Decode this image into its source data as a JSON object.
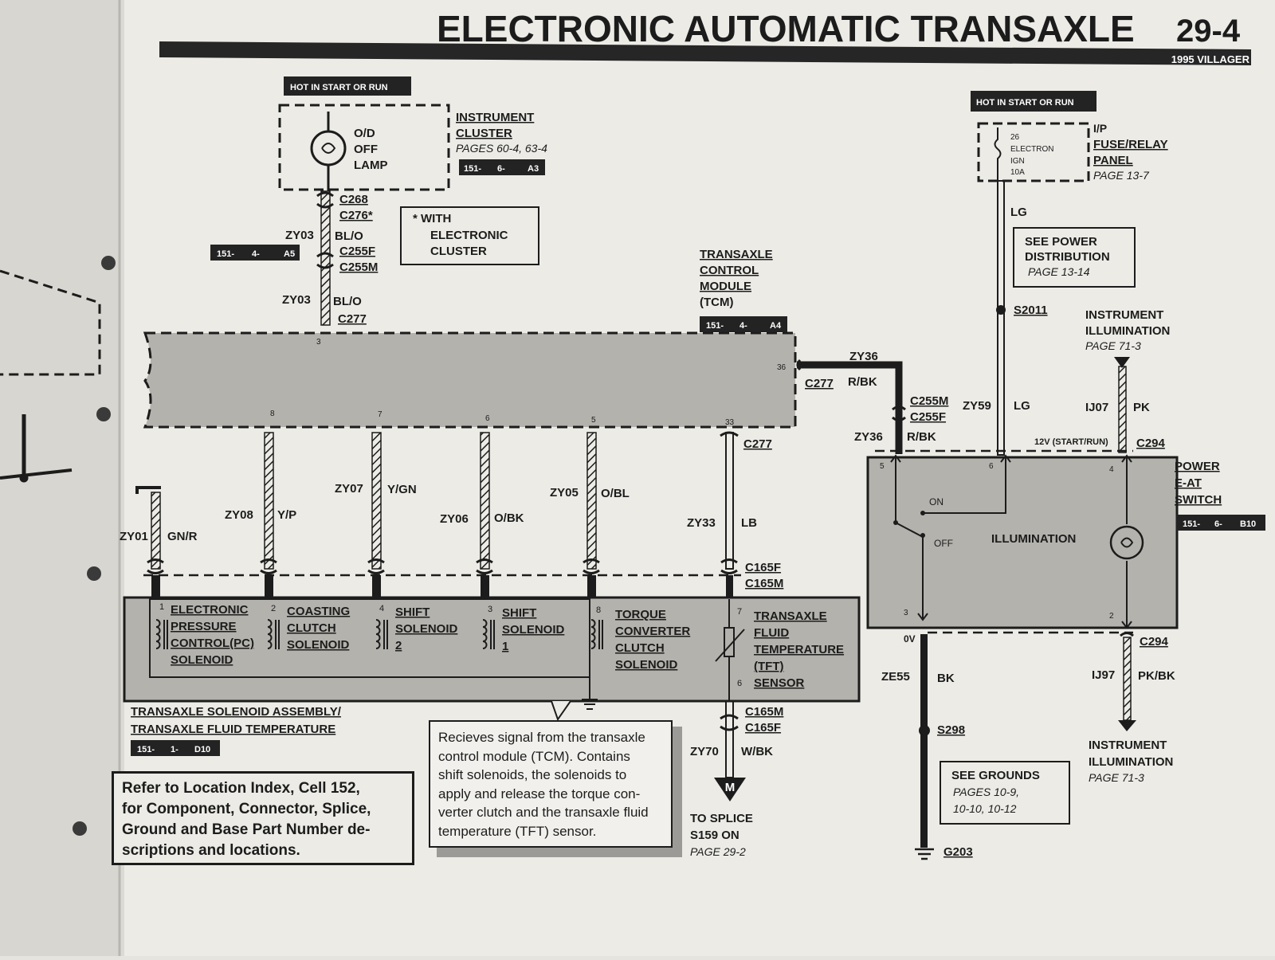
{
  "header": {
    "title": "ELECTRONIC AUTOMATIC TRANSAXLE",
    "page_number": "29-4",
    "model": "1995 VILLAGER"
  },
  "hot_labels": {
    "left": "HOT IN START OR RUN",
    "right": "HOT IN START OR RUN"
  },
  "instrument_cluster": {
    "lamp_lines": [
      "O/D",
      "OFF",
      "LAMP"
    ],
    "title_lines": [
      "INSTRUMENT",
      "CLUSTER"
    ],
    "pages": "PAGES 60-4, 63-4",
    "ref": [
      "151-",
      "6-",
      "A3"
    ]
  },
  "cluster_connectors": {
    "c268": "C268",
    "c276": "C276*",
    "zy03_a": "ZY03",
    "blo_a": "BL/O",
    "c255f": "C255F",
    "c255m": "C255M",
    "zy03_b": "ZY03",
    "blo_b": "BL/O",
    "c277": "C277",
    "ref": [
      "151-",
      "4-",
      "A5"
    ]
  },
  "electronic_cluster_note": [
    "*  WITH",
    "ELECTRONIC",
    "CLUSTER"
  ],
  "tcm": {
    "title_lines": [
      "TRANSAXLE",
      "CONTROL",
      "MODULE",
      "(TCM)"
    ],
    "ref": [
      "151-",
      "4-",
      "A4"
    ],
    "pins": [
      "3",
      "36",
      "8",
      "7",
      "6",
      "5",
      "33"
    ]
  },
  "circuits": [
    {
      "id": "ZY01",
      "color": "GN/R"
    },
    {
      "id": "ZY08",
      "color": "Y/P"
    },
    {
      "id": "ZY07",
      "color": "Y/GN"
    },
    {
      "id": "ZY06",
      "color": "O/BK"
    },
    {
      "id": "ZY05",
      "color": "O/BL"
    },
    {
      "id": "ZY33",
      "color": "LB"
    }
  ],
  "solenoid_assembly": {
    "pins": [
      "1",
      "2",
      "4",
      "3",
      "8",
      "7",
      "6"
    ],
    "components": [
      [
        "ELECTRONIC",
        "PRESSURE",
        "CONTROL(PC)",
        "SOLENOID"
      ],
      [
        "COASTING",
        "CLUTCH",
        "SOLENOID"
      ],
      [
        "SHIFT",
        "SOLENOID",
        "2"
      ],
      [
        "SHIFT",
        "SOLENOID",
        "1"
      ],
      [
        "TORQUE",
        "CONVERTER",
        "CLUTCH",
        "SOLENOID"
      ],
      [
        "TRANSAXLE",
        "FLUID",
        "TEMPERATURE",
        "(TFT)",
        "SENSOR"
      ]
    ],
    "connectors_top": [
      "C165F",
      "C165M"
    ],
    "connectors_bottom": [
      "C165M",
      "C165F"
    ],
    "title_lines": [
      "TRANSAXLE SOLENOID ASSEMBLY/",
      "TRANSAXLE FLUID TEMPERATURE"
    ],
    "ref": [
      "151-",
      "1-",
      "D10"
    ]
  },
  "tcm_pin33_connector": "C277",
  "splice": {
    "circuit": "ZY70",
    "color": "W/BK",
    "symbol": "M",
    "lines": [
      "TO SPLICE",
      "S159 ON"
    ],
    "page": "PAGE 29-2"
  },
  "note_box": [
    "Refer to Location Index, Cell 152,",
    "for Component, Connector, Splice,",
    "Ground and Base Part Number de-",
    "scriptions and locations."
  ],
  "description_box": [
    "Recieves signal from the transaxle",
    "control module (TCM). Contains",
    "shift solenoids, the solenoids to",
    "apply and release the torque con-",
    "verter clutch and the transaxle fluid",
    "temperature (TFT) sensor."
  ],
  "fuse_panel": {
    "fuse_lines": [
      "26",
      "ELECTRON",
      "IGN",
      "10A"
    ],
    "title_lines": [
      "I/P",
      "FUSE/RELAY",
      "PANEL"
    ],
    "page": "PAGE 13-7",
    "wire_color": "LG"
  },
  "power_distribution_box": [
    "SEE POWER",
    "DISTRIBUTION"
  ],
  "power_distribution_page": "PAGE 13-14",
  "splice_s2011": "S2011",
  "zy36": {
    "id_top": "ZY36",
    "c277": "C277",
    "color_top": "R/BK",
    "c255m": "C255M",
    "c255f": "C255F",
    "id_bottom": "ZY36",
    "color_bottom": "R/BK"
  },
  "zy59": {
    "id": "ZY59",
    "color": "LG"
  },
  "illumination_in": {
    "title_lines": [
      "INSTRUMENT",
      "ILLUMINATION"
    ],
    "page": "PAGE 71-3",
    "id": "IJ07",
    "color": "PK"
  },
  "start_run_label": "12V (START/RUN)",
  "c294_top": "C294",
  "switch": {
    "pins": [
      "5",
      "6",
      "4",
      "3",
      "2"
    ],
    "on": "ON",
    "off": "OFF",
    "illumination": "ILLUMINATION",
    "title_lines": [
      "POWER",
      "E-AT",
      "SWITCH"
    ],
    "ref": [
      "151-",
      "6-",
      "B10"
    ]
  },
  "ground": {
    "ov": "0V",
    "c294": "C294",
    "ze55": "ZE55",
    "bk": "BK",
    "s298": "S298",
    "g203": "G203",
    "see_grounds": "SEE GROUNDS",
    "pages_lines": [
      "PAGES 10-9,",
      "10-10, 10-12"
    ]
  },
  "illumination_out": {
    "id": "IJ97",
    "color": "PK/BK",
    "title_lines": [
      "INSTRUMENT",
      "ILLUMINATION"
    ],
    "page": "PAGE 71-3"
  },
  "colors": {
    "ink": "#1c1c1c",
    "paper": "#ecebe6",
    "shade": "#b4b2ad",
    "tag": "#232323"
  }
}
